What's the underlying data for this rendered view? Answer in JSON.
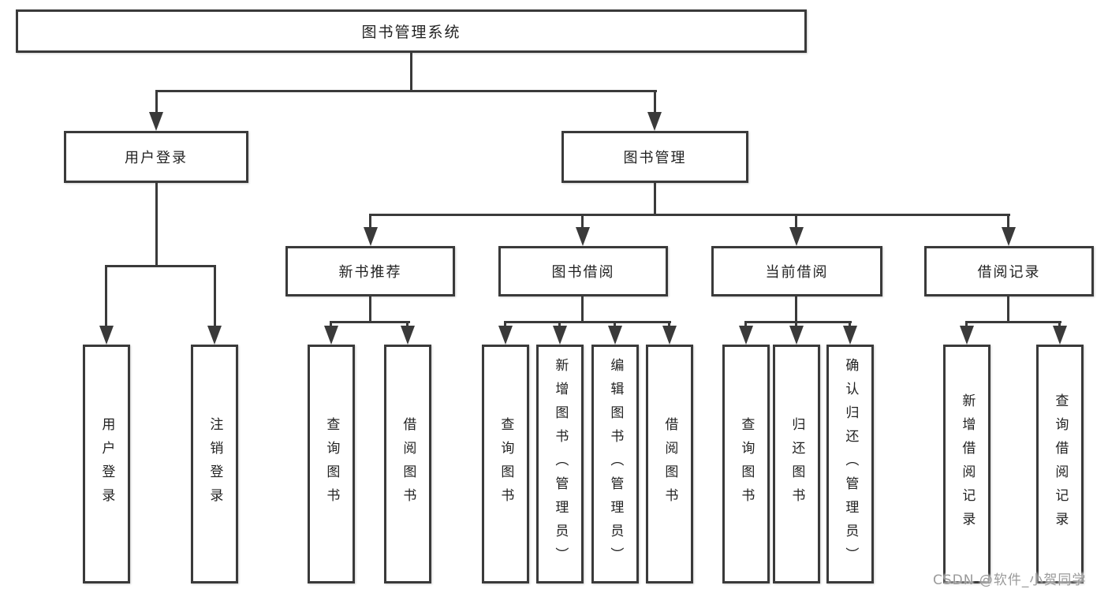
{
  "diagram": {
    "title": "图书管理系统",
    "root": {
      "label": "图书管理系统"
    },
    "branches": [
      {
        "label": "用户登录",
        "children": [
          {
            "label": "用户登录"
          },
          {
            "label": "注销登录"
          }
        ]
      },
      {
        "label": "图书管理",
        "children": [
          {
            "label": "新书推荐",
            "children": [
              {
                "label": "查询图书"
              },
              {
                "label": "借阅图书"
              }
            ]
          },
          {
            "label": "图书借阅",
            "children": [
              {
                "label": "查询图书"
              },
              {
                "label": "新增图书（管理员）"
              },
              {
                "label": "编辑图书（管理员）"
              },
              {
                "label": "借阅图书"
              }
            ]
          },
          {
            "label": "当前借阅",
            "children": [
              {
                "label": "查询图书"
              },
              {
                "label": "归还图书"
              },
              {
                "label": "确认归还（管理员）"
              }
            ]
          },
          {
            "label": "借阅记录",
            "children": [
              {
                "label": "新增借阅记录"
              },
              {
                "label": "查询借阅记录"
              }
            ]
          }
        ]
      }
    ]
  },
  "watermark": {
    "text": "CSDN @软件_小贺同学"
  },
  "colors": {
    "line": "#3a3a3a",
    "text": "#222222",
    "background": "#ffffff",
    "watermark": "#9a9a9a"
  }
}
